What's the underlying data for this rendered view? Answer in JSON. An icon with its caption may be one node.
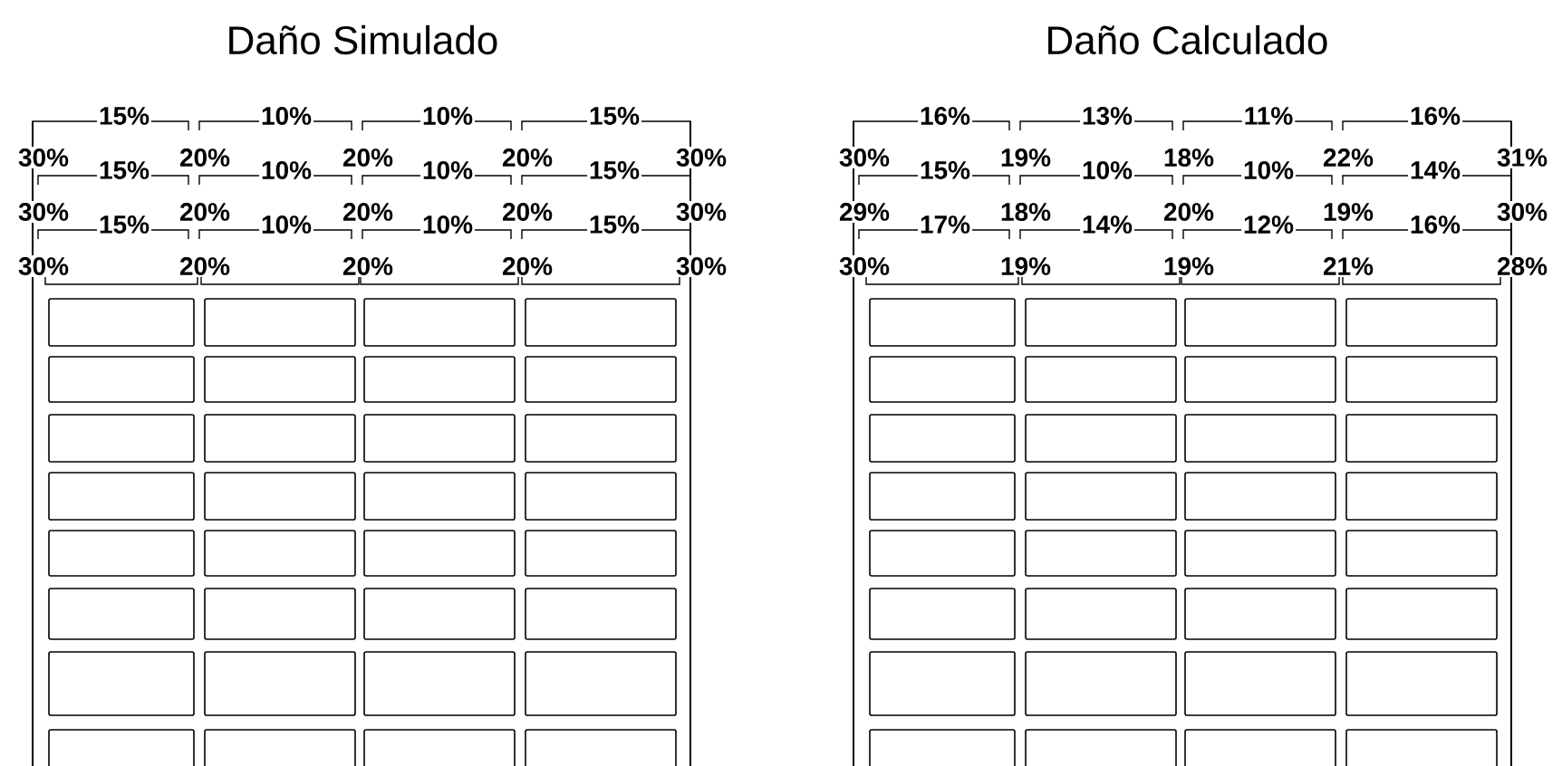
{
  "diagram": {
    "nodes": [
      {
        "text": [
          "Daño Simulado"
        ]
      },
      {
        "text": [
          "Daño Calculado"
        ]
      }
    ],
    "labels": [
      "15%",
      "10%",
      "10%",
      "15%",
      "30%",
      "20%",
      "20%",
      "20%",
      "30%",
      "15%",
      "10%",
      "10%",
      "15%",
      "30%",
      "20%",
      "20%",
      "20%",
      "30%",
      "15%",
      "10%",
      "10%",
      "15%",
      "30%",
      "20%",
      "20%",
      "20%",
      "30%",
      "16%",
      "13%",
      "11%",
      "16%",
      "30%",
      "19%",
      "18%",
      "22%",
      "31%",
      "15%",
      "10%",
      "10%",
      "14%",
      "29%",
      "18%",
      "20%",
      "19%",
      "30%",
      "17%",
      "14%",
      "12%",
      "16%",
      "30%",
      "19%",
      "19%",
      "21%",
      "28%"
    ]
  }
}
